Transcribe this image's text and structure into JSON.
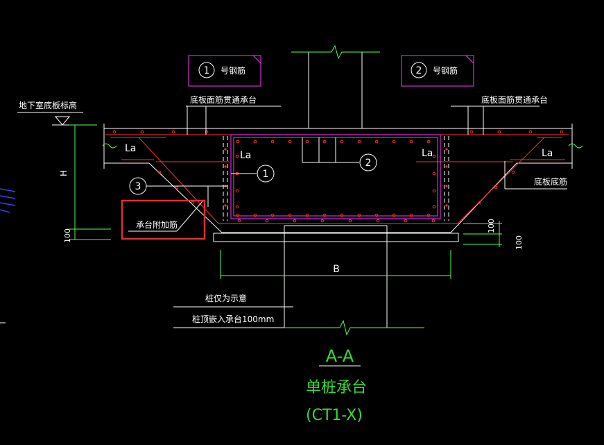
{
  "labels": {
    "bar1_label": "号钢筋",
    "bar2_label": "号钢筋",
    "top_bars_left": "底板面筋贯通承台",
    "top_bars_right": "底板面筋贯通承台",
    "basement_elev": "地下室底板标高",
    "bottom_bars": "底板底筋",
    "cap_extra_bars": "承台附加筋",
    "pile_note": "桩仅为示意",
    "pile_embed": "桩顶嵌入承台100mm",
    "dim_H": "H",
    "dim_100_left": "100",
    "dim_100_right_a": "100",
    "dim_100_right_b": "100",
    "dim_B": "B",
    "la": "La",
    "circle_1": "1",
    "circle_2": "2",
    "circle_3": "3"
  },
  "title": {
    "section": "A-A",
    "name": "单桩承台",
    "code": "(CT1-X)"
  },
  "colors": {
    "background": "#000000",
    "concrete_line": "#ffffff",
    "rebar": "#ff3333",
    "cap_outline": "#ff33ff",
    "dimension": "#55ff55",
    "title": "#33dd33",
    "highlight_box": "#e03030",
    "blue_mark": "#3344ff"
  }
}
